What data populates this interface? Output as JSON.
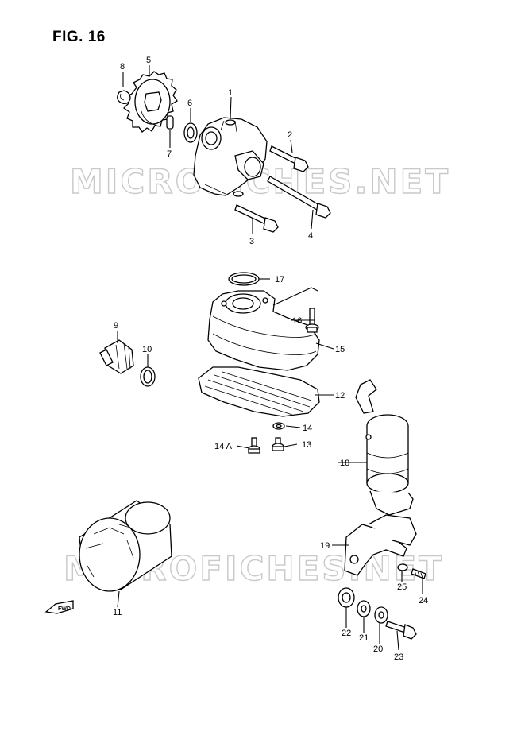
{
  "figure": {
    "title": "FIG. 16"
  },
  "watermark": {
    "text": "MICROFICHES.NET"
  },
  "fwd_label": "FWD",
  "callouts": [
    {
      "id": "c1",
      "label": "1"
    },
    {
      "id": "c2",
      "label": "2"
    },
    {
      "id": "c3",
      "label": "3"
    },
    {
      "id": "c4",
      "label": "4"
    },
    {
      "id": "c5",
      "label": "5"
    },
    {
      "id": "c6",
      "label": "6"
    },
    {
      "id": "c7",
      "label": "7"
    },
    {
      "id": "c8",
      "label": "8"
    },
    {
      "id": "c9",
      "label": "9"
    },
    {
      "id": "c10",
      "label": "10"
    },
    {
      "id": "c11",
      "label": "11"
    },
    {
      "id": "c12",
      "label": "12"
    },
    {
      "id": "c13",
      "label": "13"
    },
    {
      "id": "c14",
      "label": "14"
    },
    {
      "id": "c14a",
      "label": "14 A"
    },
    {
      "id": "c15",
      "label": "15"
    },
    {
      "id": "c16",
      "label": "16"
    },
    {
      "id": "c17",
      "label": "17"
    },
    {
      "id": "c18",
      "label": "18"
    },
    {
      "id": "c19",
      "label": "19"
    },
    {
      "id": "c20",
      "label": "20"
    },
    {
      "id": "c21",
      "label": "21"
    },
    {
      "id": "c22",
      "label": "22"
    },
    {
      "id": "c23",
      "label": "23"
    },
    {
      "id": "c24",
      "label": "24"
    },
    {
      "id": "c25",
      "label": "25"
    }
  ]
}
